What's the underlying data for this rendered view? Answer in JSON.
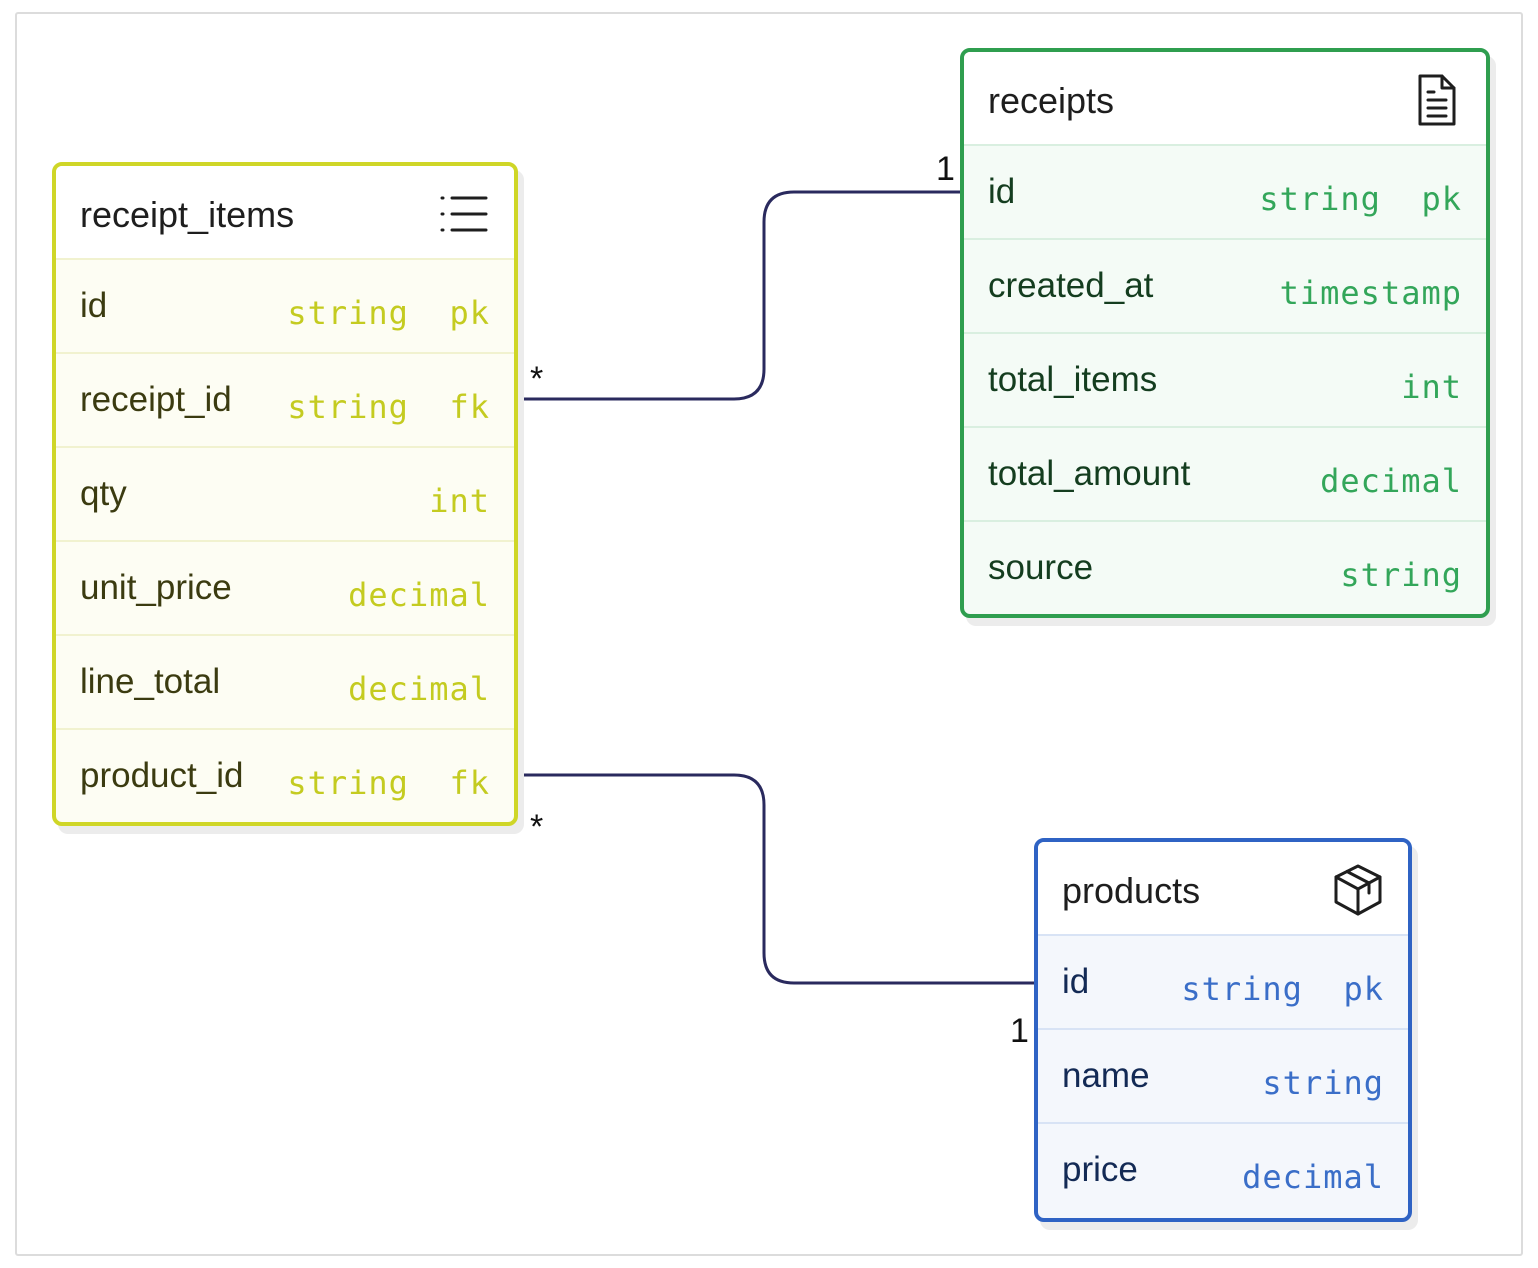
{
  "entities": {
    "receipt_items": {
      "title": "receipt_items",
      "icon": "list-icon",
      "color": "#cfd627",
      "fields": [
        {
          "name": "id",
          "type": "string  pk"
        },
        {
          "name": "receipt_id",
          "type": "string  fk"
        },
        {
          "name": "qty",
          "type": "int"
        },
        {
          "name": "unit_price",
          "type": "decimal"
        },
        {
          "name": "line_total",
          "type": "decimal"
        },
        {
          "name": "product_id",
          "type": "string  fk"
        }
      ]
    },
    "receipts": {
      "title": "receipts",
      "icon": "document-icon",
      "color": "#2f9e4f",
      "fields": [
        {
          "name": "id",
          "type": "string  pk"
        },
        {
          "name": "created_at",
          "type": "timestamp"
        },
        {
          "name": "total_items",
          "type": "int"
        },
        {
          "name": "total_amount",
          "type": "decimal"
        },
        {
          "name": "source",
          "type": "string"
        }
      ]
    },
    "products": {
      "title": "products",
      "icon": "box-icon",
      "color": "#2f63c4",
      "fields": [
        {
          "name": "id",
          "type": "string  pk"
        },
        {
          "name": "name",
          "type": "string"
        },
        {
          "name": "price",
          "type": "decimal"
        }
      ]
    }
  },
  "relations": [
    {
      "from": "receipt_items.receipt_id",
      "to": "receipts.id",
      "from_card": "*",
      "to_card": "1"
    },
    {
      "from": "receipt_items.product_id",
      "to": "products.id",
      "from_card": "*",
      "to_card": "1"
    }
  ],
  "link_color": "#2a2a5e"
}
